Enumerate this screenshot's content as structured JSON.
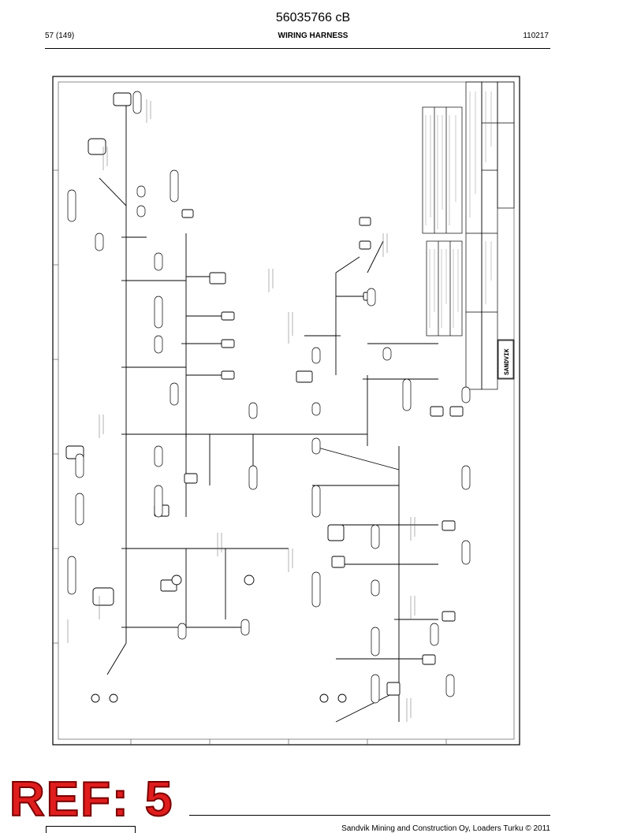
{
  "header": {
    "doc_number": "56035766 cB",
    "page_count": "57 (149)",
    "section_title": "WIRING HARNESS",
    "date_code": "110217"
  },
  "drawing": {
    "brand": "SANDVIK"
  },
  "ref_label": "REF: 5",
  "footer": {
    "copyright": "Sandvik Mining and Construction Oy, Loaders Turku © 2011"
  }
}
